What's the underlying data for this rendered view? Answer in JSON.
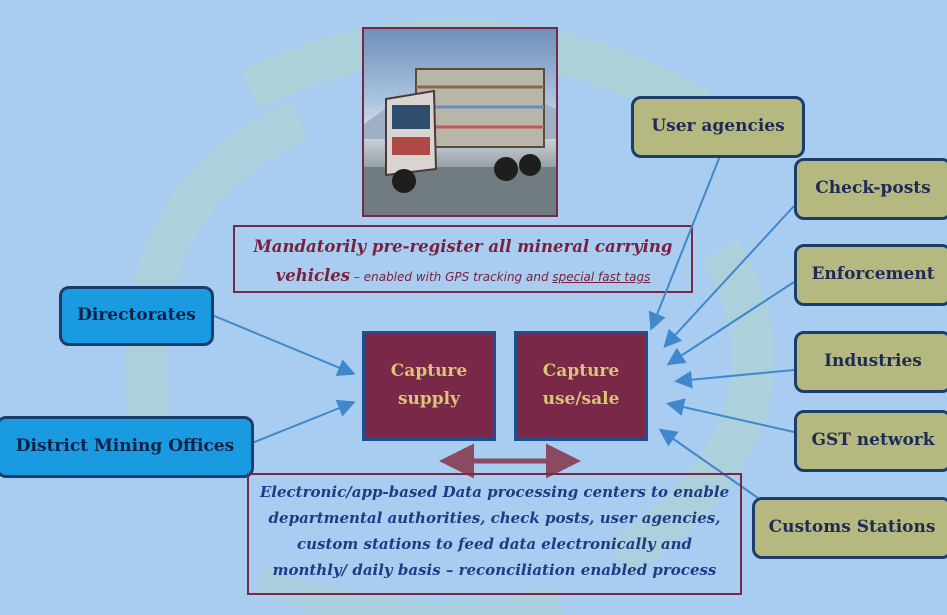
{
  "pre_register": {
    "line1": "Mandatorily pre-register all mineral carrying",
    "line2_bold": "vehicles",
    "line2_mid": " – enabled with GPS tracking and ",
    "line2_link": "special fast tags"
  },
  "left_sources": [
    {
      "label": "Directorates"
    },
    {
      "label": "District Mining Offices"
    }
  ],
  "capture": {
    "supply": [
      "Capture",
      "supply"
    ],
    "use_sale": [
      "Capture",
      "use/sale"
    ]
  },
  "right_sources": [
    {
      "label": "User agencies"
    },
    {
      "label": "Check-posts"
    },
    {
      "label": "Enforcement"
    },
    {
      "label": "Industries"
    },
    {
      "label": "GST network"
    },
    {
      "label": "Customs Stations"
    }
  ],
  "data_processing": {
    "lines": [
      "Electronic/app-based Data processing centers to enable",
      "departmental authorities, check posts, user agencies,",
      "custom stations to feed data electronically and",
      "monthly/ daily basis – reconciliation enabled process"
    ]
  },
  "colors": {
    "background": "#a8cdf0",
    "blue_box": "#1a9ae0",
    "olive_box": "#b5b87f",
    "maroon_box": "#7a2848",
    "arrow": "#3f88cc",
    "double_arrow": "#8a4a60"
  }
}
